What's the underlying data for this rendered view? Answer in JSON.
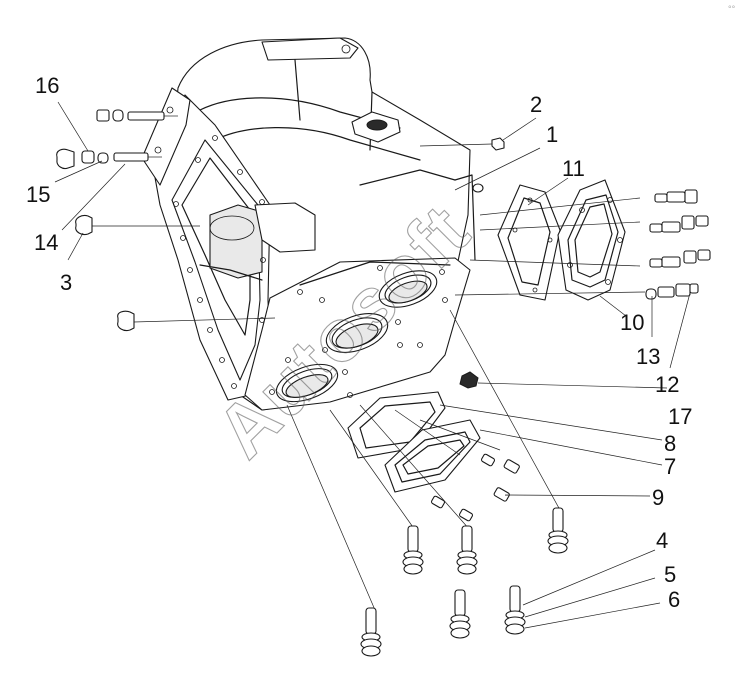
{
  "watermark": "Autosoft",
  "corner_mark": "°°",
  "callouts": {
    "c1": "1",
    "c2": "2",
    "c3": "3",
    "c4": "4",
    "c5": "5",
    "c6": "6",
    "c7": "7",
    "c8": "8",
    "c9": "9",
    "c10": "10",
    "c11": "11",
    "c12": "12",
    "c13": "13",
    "c14": "14",
    "c15": "15",
    "c16": "16",
    "c17": "17"
  }
}
